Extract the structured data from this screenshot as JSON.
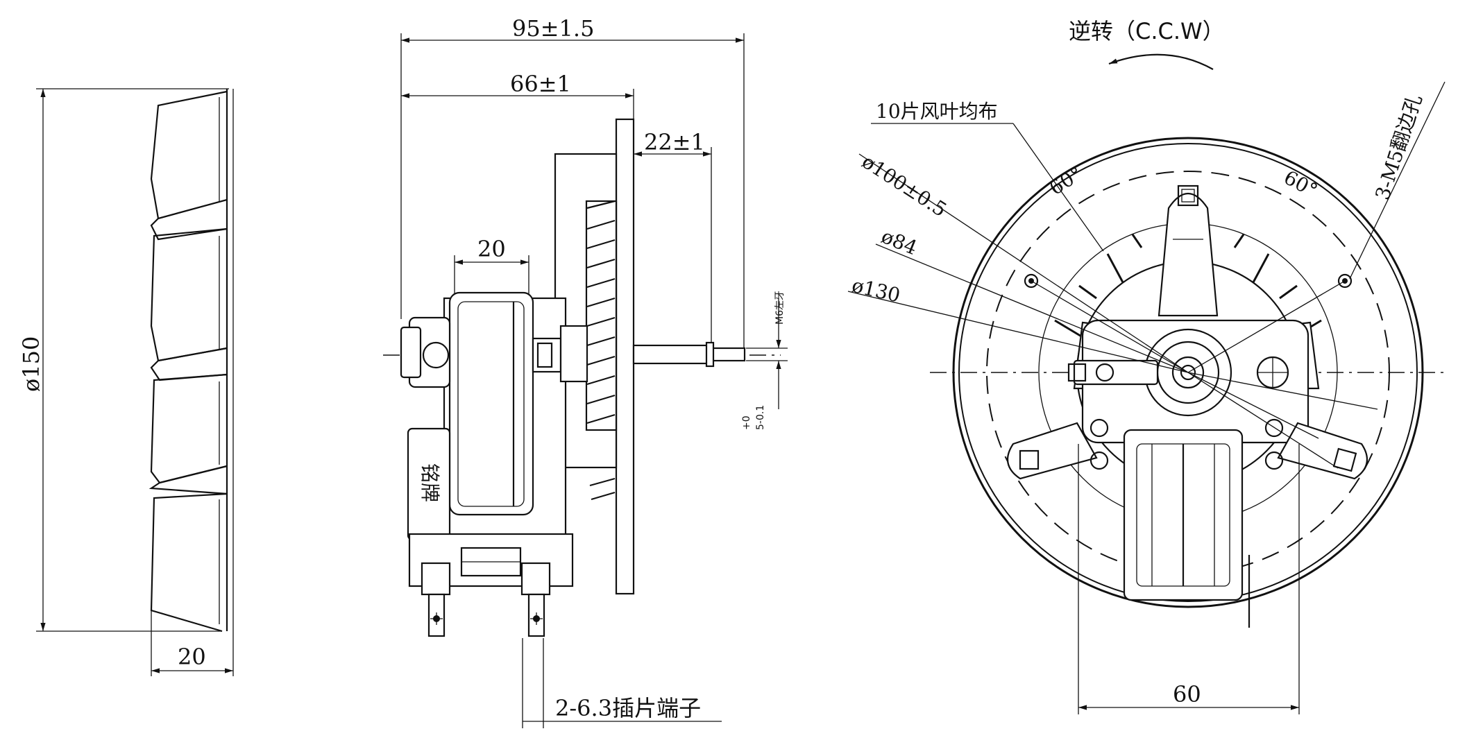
{
  "diagram": {
    "side_view": {
      "diameter_label": "ø150",
      "depth_label": "20"
    },
    "motor_view": {
      "overall_length_label": "95±1.5",
      "mount_length_label": "66±1",
      "shaft_length_label": "22±1",
      "core_width_label": "20",
      "thread_label": "M6左牙",
      "flat_label": "5-0.1",
      "flat_tolerance": "+0",
      "terminal_label": "2-6.3插片端子",
      "nameplate_label": "铭牌"
    },
    "front_view": {
      "rotation_label": "逆转（C.C.W）",
      "blades_label": "10片风叶均布",
      "d100_label": "ø100±0.5",
      "d84_label": "ø84",
      "d130_label": "ø130",
      "holes_label": "3-M5翻边孔",
      "angle_left_label": "60°",
      "angle_right_label": "60°",
      "bottom_width_label": "60"
    }
  }
}
